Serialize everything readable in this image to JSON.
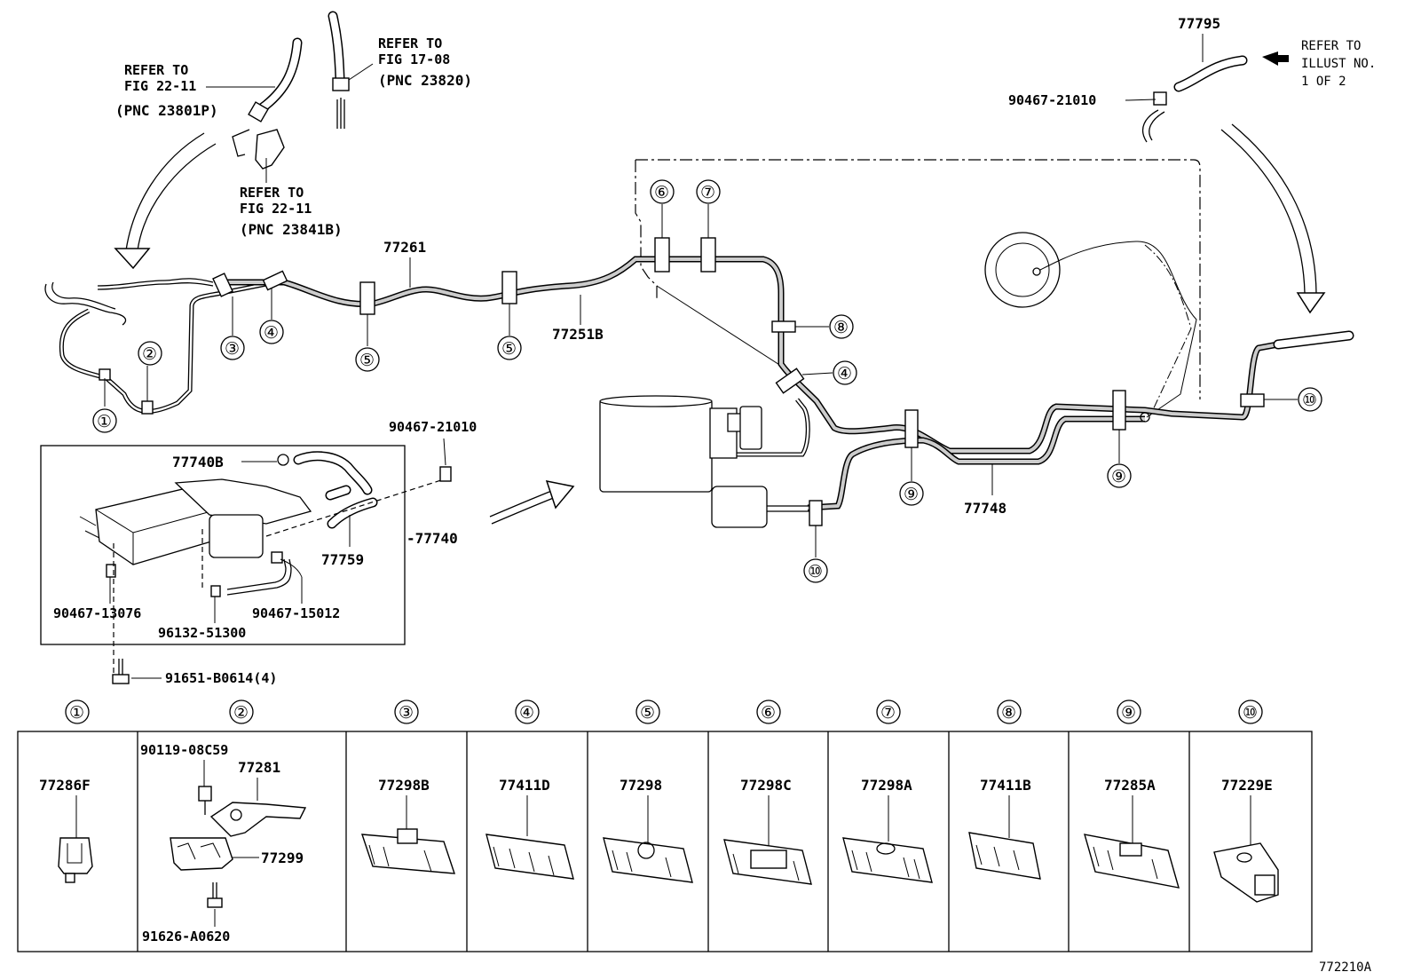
{
  "parts": {
    "p77795": "77795",
    "p90467_21010_top": "90467-21010",
    "p77261": "77261",
    "p77251B": "77251B",
    "p77748": "77748",
    "p77740B": "77740B",
    "p77740": "-77740",
    "p77759": "77759",
    "p90467_21010_mid": "90467-21010",
    "p90467_13076": "90467-13076",
    "p90467_15012": "90467-15012",
    "p96132_51300": "96132-51300",
    "p91651": "91651-B0614(4)"
  },
  "refs": {
    "ref_left_1": "REFER TO",
    "ref_left_2": "FIG 22-11",
    "ref_left_3": "(PNC 23801P)",
    "ref_mid_1": "REFER TO",
    "ref_mid_2": "FIG 17-08",
    "ref_mid_3": "(PNC 23820)",
    "ref_low_1": "REFER TO",
    "ref_low_2": "FIG 22-11",
    "ref_low_3": "(PNC 23841B)",
    "ref_right_1": "REFER TO",
    "ref_right_2": "ILLUST NO.",
    "ref_right_3": "1 OF 2"
  },
  "callouts": {
    "c1": "①",
    "c2": "②",
    "c3": "③",
    "c4": "④",
    "c4b": "④",
    "c5a": "⑤",
    "c5b": "⑤",
    "c6": "⑥",
    "c7": "⑦",
    "c8": "⑧",
    "c9a": "⑨",
    "c9b": "⑨",
    "c10a": "⑩",
    "c10b": "⑩"
  },
  "table": {
    "headers": [
      "①",
      "②",
      "③",
      "④",
      "⑤",
      "⑥",
      "⑦",
      "⑧",
      "⑨",
      "⑩"
    ],
    "cells": [
      {
        "label": "77286F"
      },
      {
        "label": "77281",
        "sub1": "90119-08C59",
        "sub2": "77299",
        "sub3": "91626-A0620"
      },
      {
        "label": "77298B"
      },
      {
        "label": "77411D"
      },
      {
        "label": "77298"
      },
      {
        "label": "77298C"
      },
      {
        "label": "77298A"
      },
      {
        "label": "77411B"
      },
      {
        "label": "77285A"
      },
      {
        "label": "77229E"
      }
    ]
  },
  "figure_id": "772210A"
}
